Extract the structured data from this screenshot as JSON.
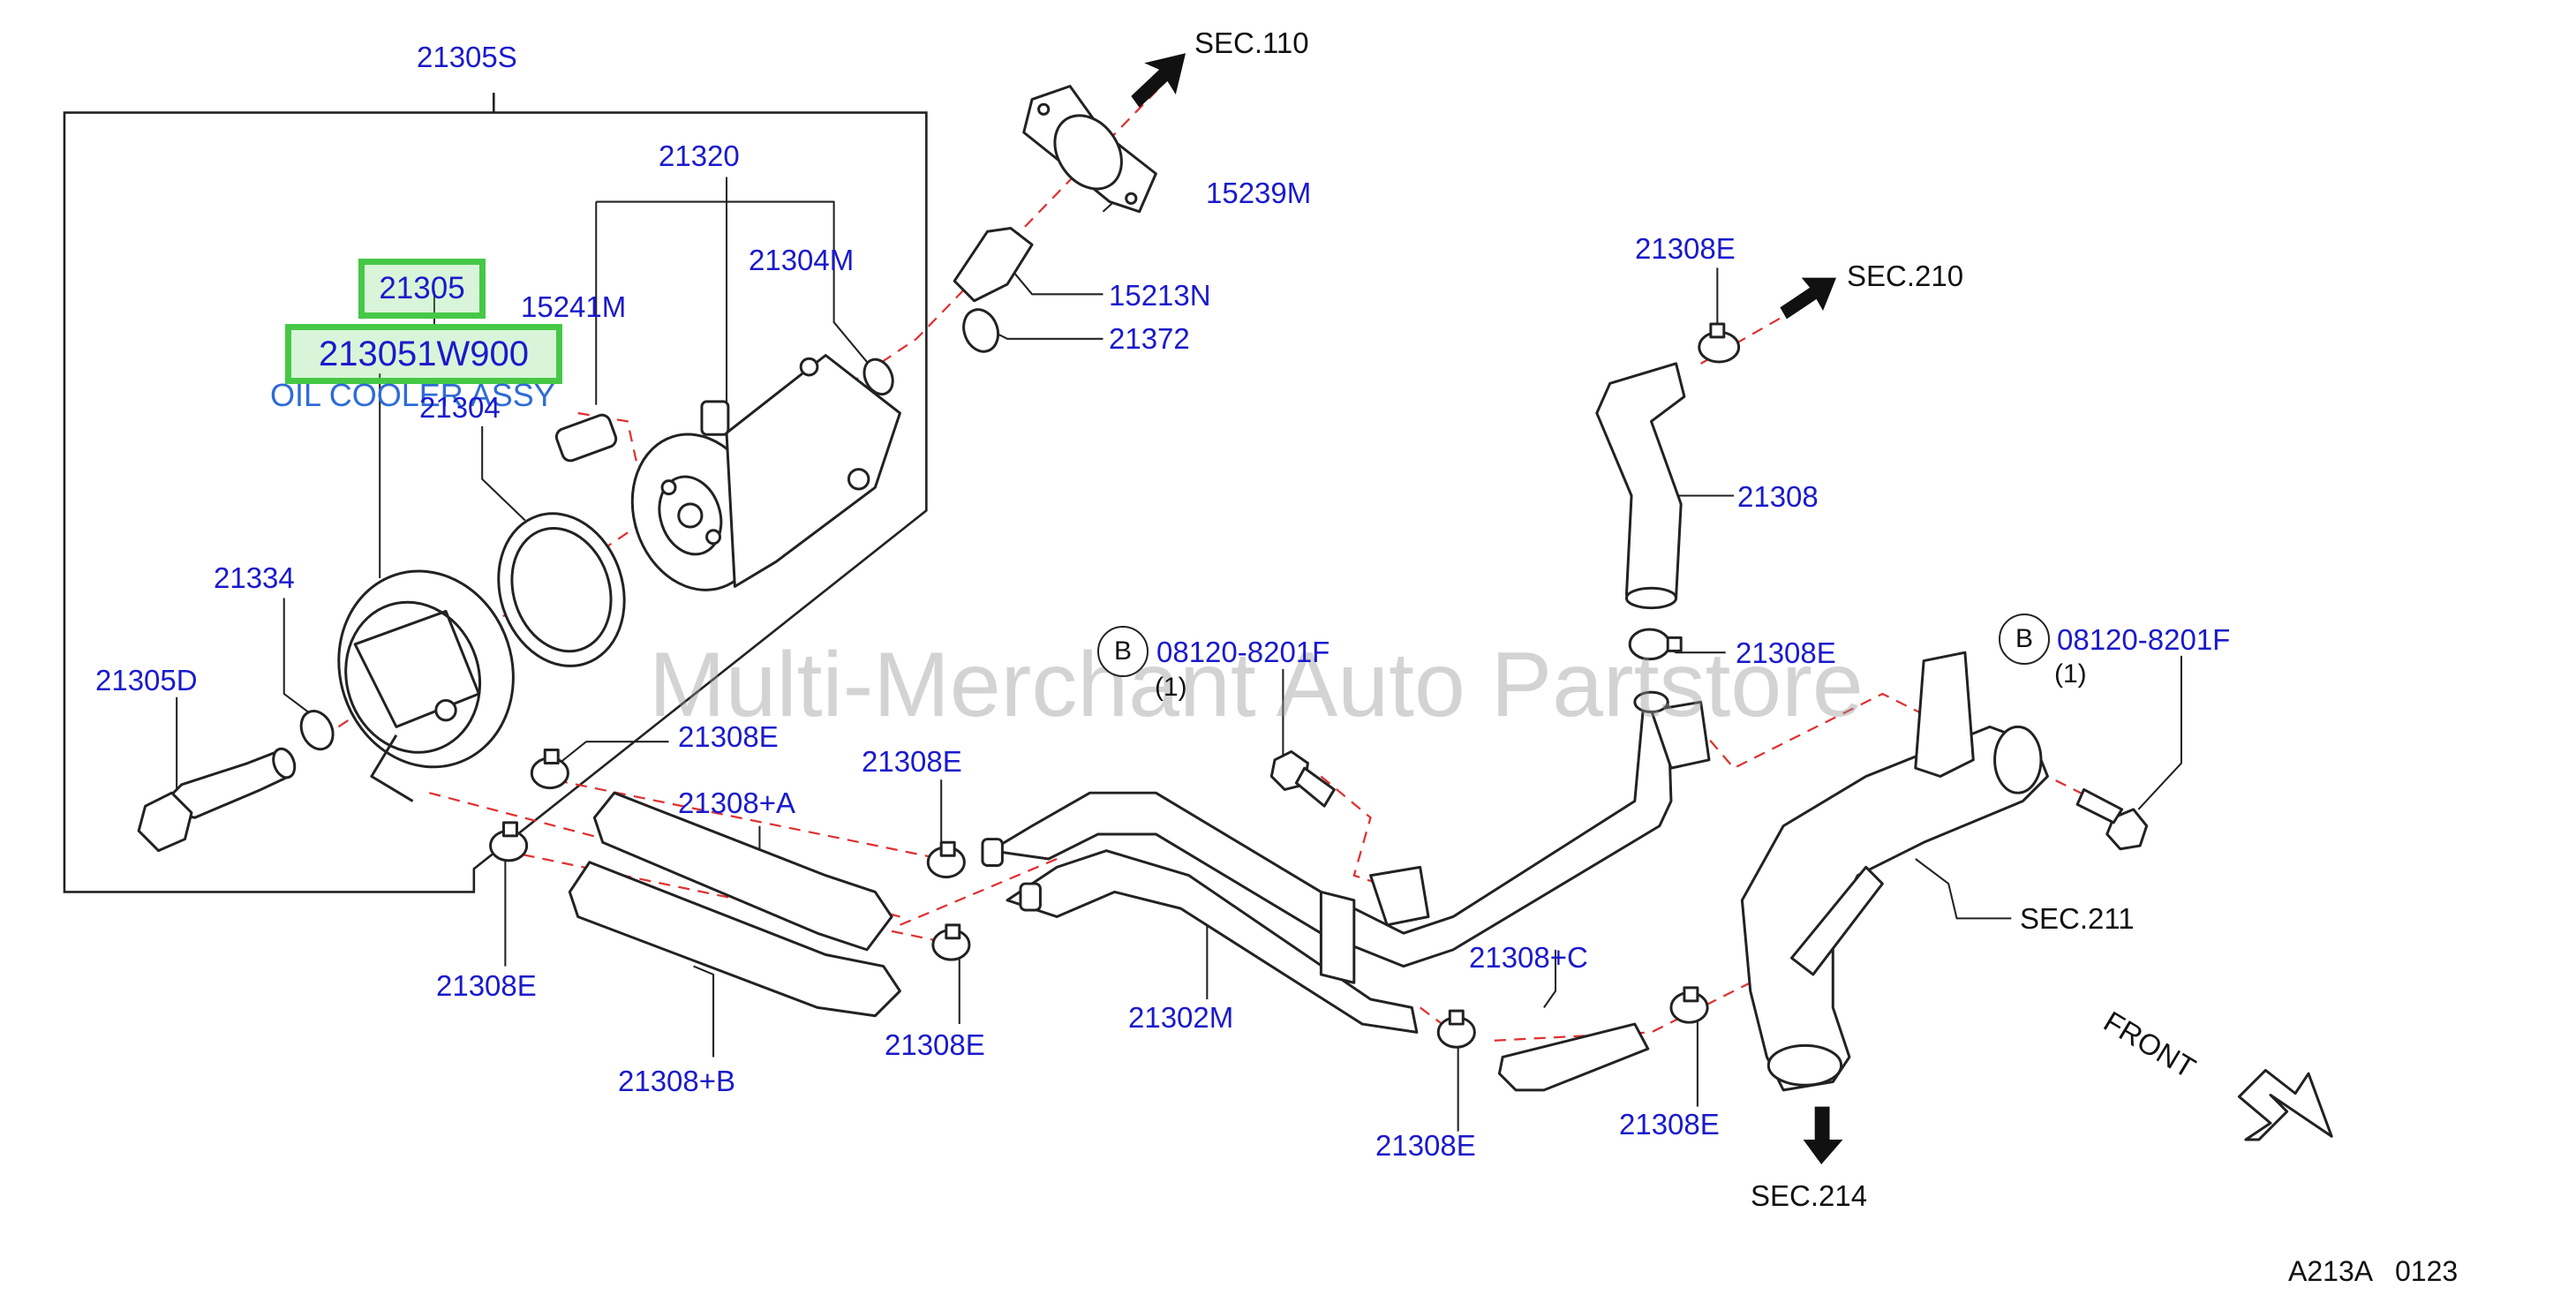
{
  "watermark": "Multi-Merchant Auto Partstore",
  "highlighted": {
    "part_number": "21305",
    "full_part_number": "213051W900",
    "description": "OIL COOLER ASSY"
  },
  "labels": {
    "kit": "21305S",
    "pump": "21320",
    "oring_pump": "21304M",
    "plug": "15241M",
    "gasket_cooler": "21304",
    "oring_cooler": "21334",
    "connector_bolt": "21305D",
    "gasket_flange": "15239M",
    "nipple": "15213N",
    "cap": "21372",
    "clamp_top": "21308E",
    "hose_top": "21308",
    "clamp_mid": "21308E",
    "clamp_left": "21308E",
    "clamp_left_lower": "21308E",
    "hose_a": "21308+A",
    "hose_b": "21308+B",
    "clamp_center_upper": "21308E",
    "clamp_center_lower": "21308E",
    "pipe": "21302M",
    "hose_c": "21308+C",
    "clamp_bottom_left": "21308E",
    "clamp_bottom_right": "21308E",
    "bolt_left": "08120-8201F",
    "bolt_left_qty": "(1)",
    "bolt_right": "08120-8201F",
    "bolt_right_qty": "(1)",
    "bolt_marker": "B"
  },
  "section_refs": {
    "sec110": "SEC.110",
    "sec210": "SEC.210",
    "sec211": "SEC.211",
    "sec214": "SEC.214"
  },
  "front_label": "FRONT",
  "footer_code": "A213A   0123",
  "colors": {
    "label_blue": "#1a1acc",
    "highlight_green": "#46c846",
    "subtitle_blue": "#2f6bd6",
    "phantom_red": "#e03030",
    "line": "#222222"
  }
}
